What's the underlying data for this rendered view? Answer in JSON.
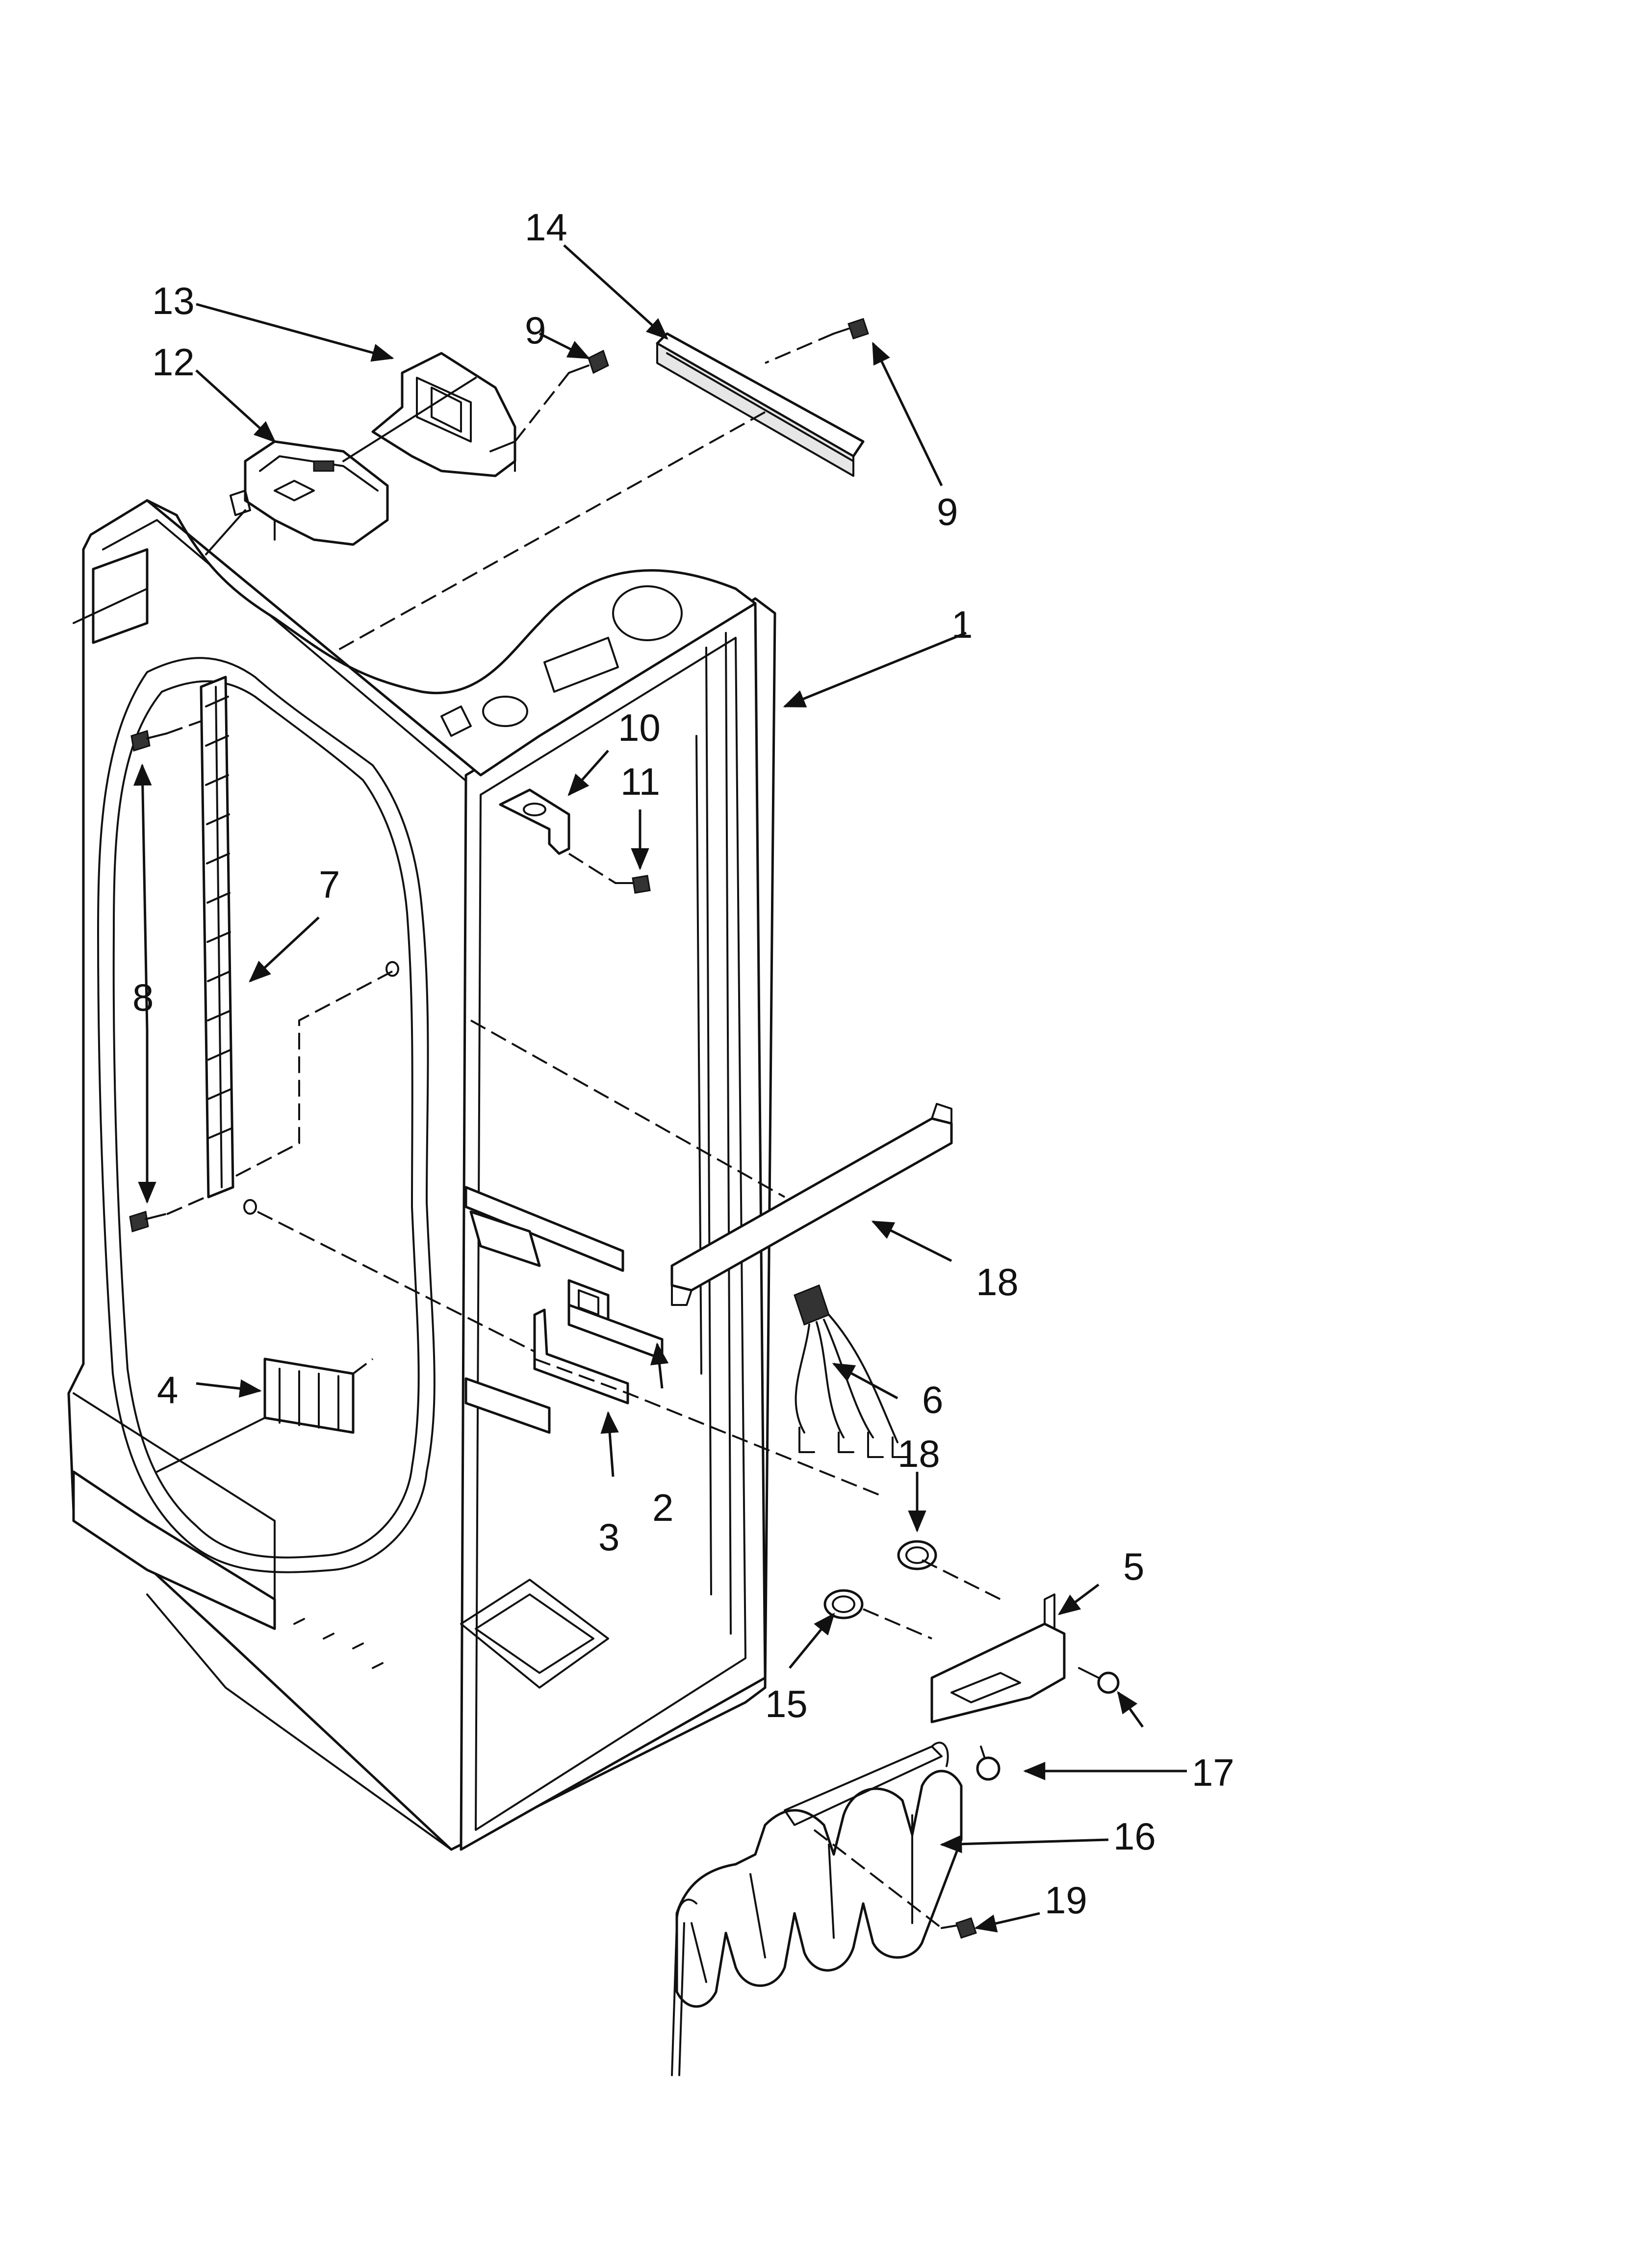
{
  "callouts": [
    {
      "id": "c1",
      "label": "1"
    },
    {
      "id": "c2",
      "label": "2"
    },
    {
      "id": "c3",
      "label": "3"
    },
    {
      "id": "c4",
      "label": "4"
    },
    {
      "id": "c5",
      "label": "5"
    },
    {
      "id": "c6",
      "label": "6"
    },
    {
      "id": "c7",
      "label": "7"
    },
    {
      "id": "c8",
      "label": "8"
    },
    {
      "id": "c9a",
      "label": "9"
    },
    {
      "id": "c9b",
      "label": "9"
    },
    {
      "id": "c10",
      "label": "10"
    },
    {
      "id": "c11",
      "label": "11"
    },
    {
      "id": "c12",
      "label": "12"
    },
    {
      "id": "c13",
      "label": "13"
    },
    {
      "id": "c14",
      "label": "14"
    },
    {
      "id": "c15",
      "label": "15"
    },
    {
      "id": "c16",
      "label": "16"
    },
    {
      "id": "c17",
      "label": "17"
    },
    {
      "id": "c18a",
      "label": "18"
    },
    {
      "id": "c18b",
      "label": "18"
    },
    {
      "id": "c19",
      "label": "19"
    }
  ],
  "colors": {
    "line": "#111111",
    "background": "#ffffff"
  }
}
